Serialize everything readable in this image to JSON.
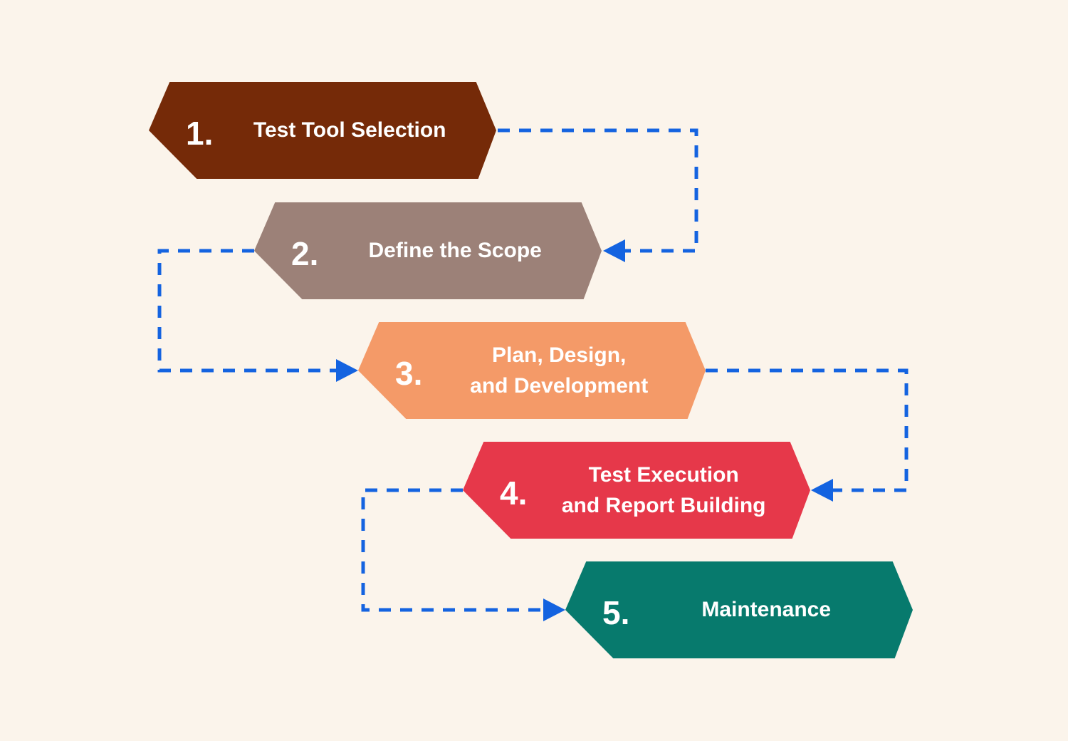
{
  "diagram": {
    "background_color": "#FBF4EB",
    "connector_color": "#1463E0",
    "text_color": "#FFFFFF"
  },
  "steps": [
    {
      "number": "1.",
      "lines": [
        "Test Tool Selection"
      ],
      "color": "#752A08"
    },
    {
      "number": "2.",
      "lines": [
        "Define the Scope"
      ],
      "color": "#9C8178"
    },
    {
      "number": "3.",
      "lines": [
        "Plan, Design,",
        "and Development"
      ],
      "color": "#F49A68"
    },
    {
      "number": "4.",
      "lines": [
        "Test Execution",
        "and Report Building"
      ],
      "color": "#E6384A"
    },
    {
      "number": "5.",
      "lines": [
        "Maintenance"
      ],
      "color": "#077A6D"
    }
  ]
}
